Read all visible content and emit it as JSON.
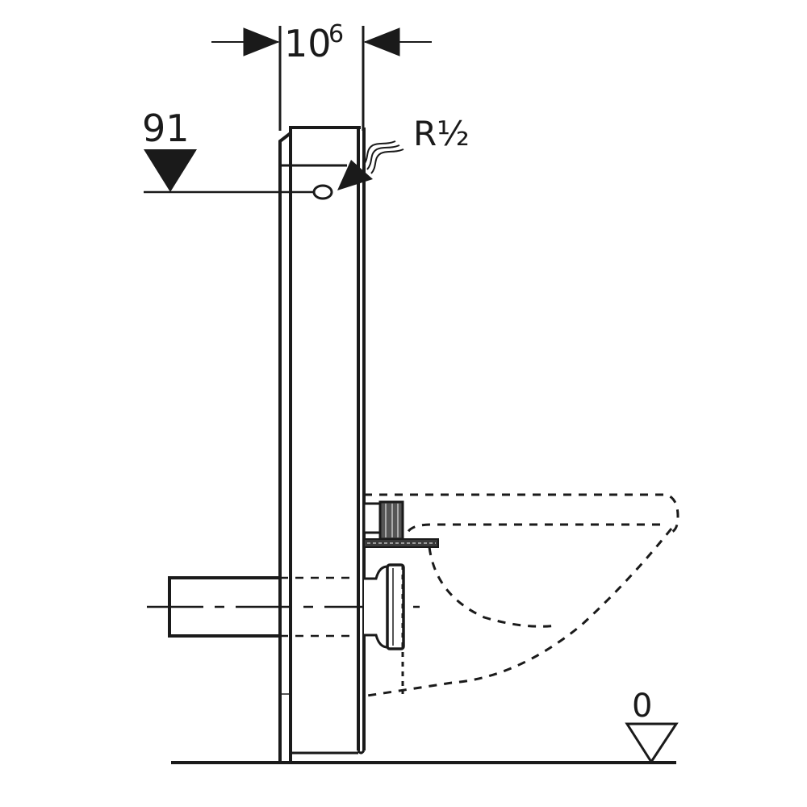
{
  "diagram": {
    "type": "technical-side-elevation",
    "subject": "wall-hung WC sanitary module",
    "stroke_color": "#1a1a1a",
    "background": "#ffffff",
    "dimensions": {
      "width_label_main": "10",
      "width_label_sup": "6",
      "height_marker_label": "91",
      "floor_marker_label": "0",
      "connection_label": "R½"
    }
  }
}
